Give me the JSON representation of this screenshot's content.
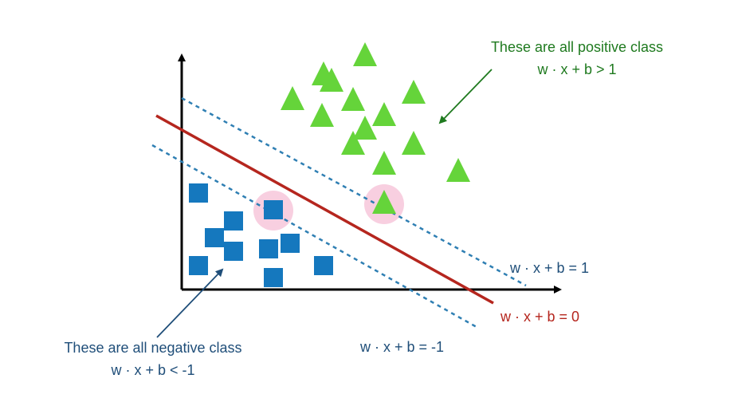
{
  "annotations": {
    "positive_line1": "These are all positive class",
    "positive_line2": "w · x + b > 1",
    "negative_line1": "These are all negative class",
    "negative_line2": "w · x + b < -1",
    "margin_upper": "w · x + b = 1",
    "decision_boundary": "w · x + b = 0",
    "margin_lower": "w · x + b = -1"
  },
  "colors": {
    "positive": "#65d43a",
    "positive_text": "#1f7a1f",
    "negative": "#1578be",
    "negative_text": "#1f4e79",
    "boundary": "#b5261e",
    "margin": "#2f7fb3",
    "support_highlight": "#f8cfe0",
    "axis": "#000000"
  },
  "shape_semantics": {
    "positive": "triangle",
    "negative": "square"
  },
  "support_vectors": 2
}
